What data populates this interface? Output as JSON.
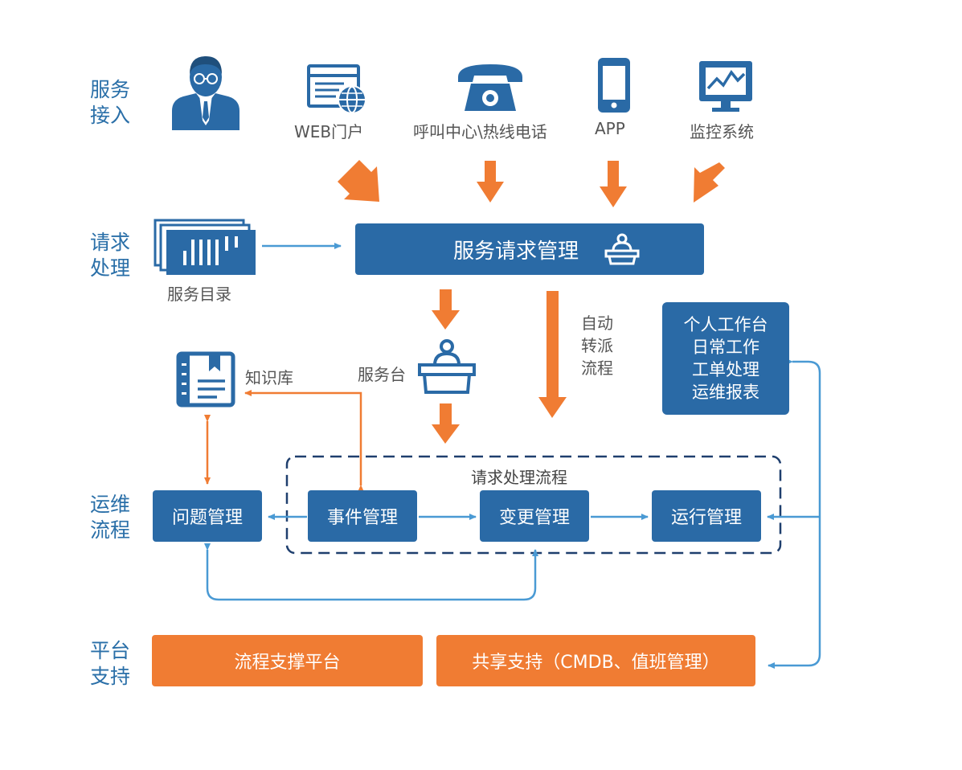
{
  "sections": {
    "access": [
      "服务",
      "接入"
    ],
    "request": [
      "请求",
      "处理"
    ],
    "ops": [
      "运维",
      "流程"
    ],
    "platform": [
      "平台",
      "支持"
    ]
  },
  "channels": {
    "web": "WEB门户",
    "callcenter": "呼叫中心\\热线电话",
    "app": "APP",
    "monitor": "监控系统"
  },
  "service_request_mgmt": "服务请求管理",
  "service_catalog": "服务目录",
  "auto_dispatch": [
    "自动",
    "转派",
    "流程"
  ],
  "service_desk": "服务台",
  "knowledge_base": "知识库",
  "workbench": [
    "个人工作台",
    "日常工作",
    "工单处理",
    "运维报表"
  ],
  "process_group_title": "请求处理流程",
  "problem_mgmt": "问题管理",
  "incident_mgmt": "事件管理",
  "change_mgmt": "变更管理",
  "operation_mgmt": "运行管理",
  "process_platform": "流程支撑平台",
  "shared_support": "共享支持（CMDB、值班管理）",
  "colors": {
    "blue": "#2a6aa6",
    "orange": "#f07c33",
    "line_blue": "#4a9ad4",
    "label_blue": "#2a6fa8"
  }
}
